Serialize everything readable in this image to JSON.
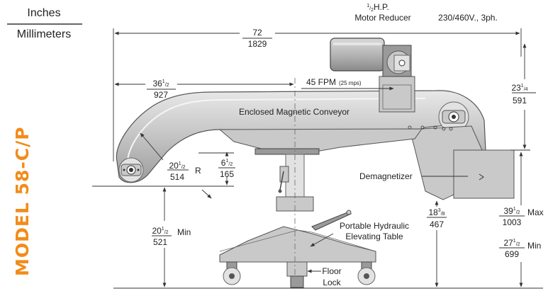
{
  "legend": {
    "top": "Inches",
    "bottom": "Millimeters"
  },
  "model": "MODEL 58-C/P",
  "motor": {
    "hp_sup": "1",
    "hp_sub": "2",
    "hp_rest": "H.P.",
    "line2": "Motor Reducer",
    "power": "230/460V., 3ph."
  },
  "labels": {
    "conveyor": "Enclosed Magnetic Conveyor",
    "demagnetizer": "Demagnetizer",
    "table_line1": "Portable Hydraulic",
    "table_line2": "Elevating Table",
    "floor_lock_1": "Floor",
    "floor_lock_2": "Lock",
    "speed": "45 FPM",
    "speed_metric": "(25 mps)",
    "radius_suffix": "R",
    "max": "Max",
    "min": "Min"
  },
  "dimensions": {
    "overall_length": {
      "in": "72",
      "mm": "1829"
    },
    "half_length": {
      "in_whole": "36",
      "in_sup": "1",
      "in_sub": "2",
      "mm": "927"
    },
    "height_right": {
      "in_whole": "23",
      "in_sup": "1",
      "in_sub": "4",
      "mm": "591"
    },
    "radius": {
      "in_whole": "20",
      "in_sup": "1",
      "in_sub": "2",
      "mm": "514"
    },
    "table_offset": {
      "in_whole": "6",
      "in_sup": "1",
      "in_sub": "2",
      "mm": "165"
    },
    "discharge_height": {
      "in_whole": "18",
      "in_sup": "3",
      "in_sub": "8",
      "mm": "467"
    },
    "infeed_min": {
      "in_whole": "20",
      "in_sup": "1",
      "in_sub": "2",
      "mm": "521"
    },
    "overall_max": {
      "in_whole": "39",
      "in_sup": "1",
      "in_sub": "2",
      "mm": "1003"
    },
    "overall_min": {
      "in_whole": "27",
      "in_sup": "1",
      "in_sub": "2",
      "mm": "699"
    }
  }
}
